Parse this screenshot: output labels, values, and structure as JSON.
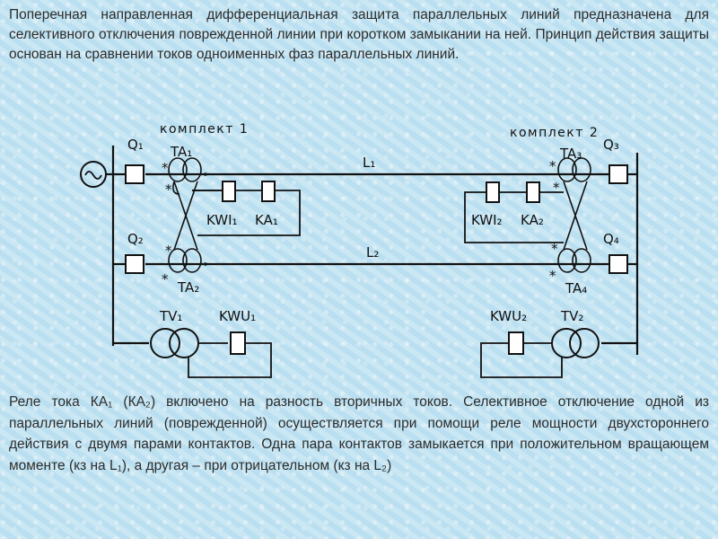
{
  "intro_text": "Поперечная направленная дифференциальная защита параллельных линий предназначена для селективного отключения поврежденной линии при коротком замыкании на ней. Принцип действия защиты основан на сравнении токов одноименных фаз параллельных линий.",
  "bottom_text": "Реле тока КА₁ (КА₂) включено на разность вторичных токов. Селективное отключение одной из параллельных линий (поврежденной) осуществляется при помощи реле мощности двухстороннего действия с двумя парами контактов. Одна пара контактов замыкается при положительном вращающем моменте (кз на L₁), а другая – при отрицательном (кз на L₂)",
  "diagram": {
    "kit1": "комплект 1",
    "kit2": "комплект 2",
    "q1": "Q₁",
    "q2": "Q₂",
    "q3": "Q₃",
    "q4": "Q₄",
    "ta1": "TA₁",
    "ta2": "TA₂",
    "ta3": "TA₃",
    "ta4": "TA₄",
    "l1": "L₁",
    "l2": "L₂",
    "kwi1": "KWI₁",
    "ka1": "KA₁",
    "kwi2": "KWI₂",
    "ka2": "KA₂",
    "tv1": "TV₁",
    "tv2": "TV₂",
    "kwu1": "KWU₁",
    "kwu2": "KWU₂",
    "star": "*"
  }
}
